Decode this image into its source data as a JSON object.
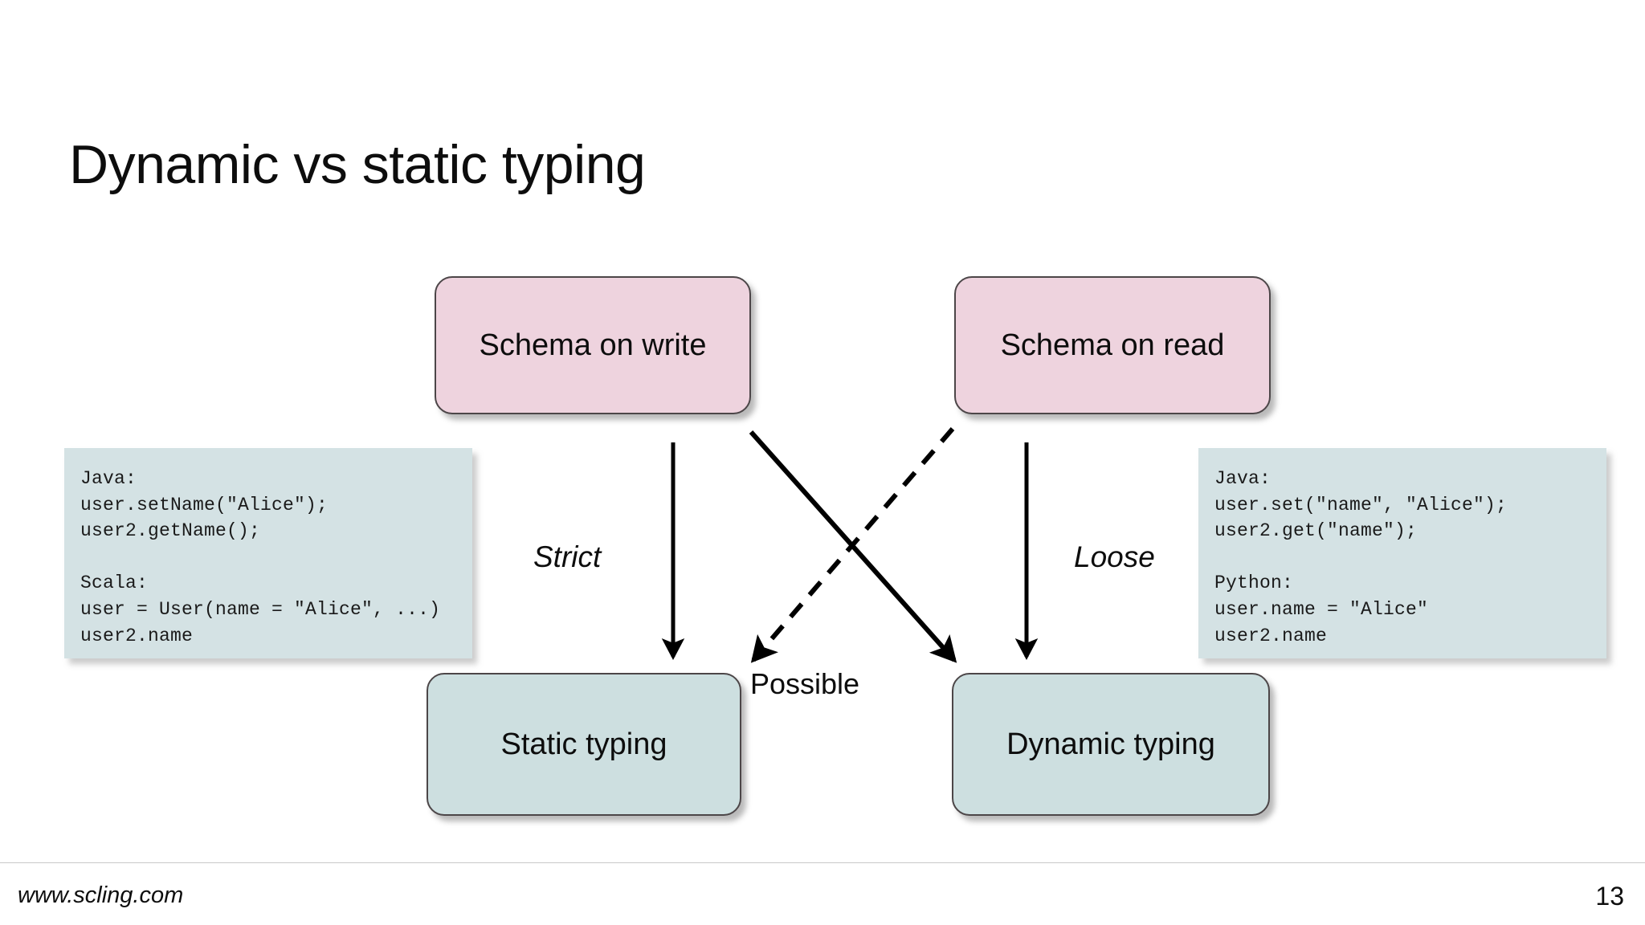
{
  "slide": {
    "title": "Dynamic vs static typing",
    "page_number": "13",
    "footer_url": "www.scling.com",
    "background_color": "#ffffff"
  },
  "colors": {
    "pink_box_fill": "#eed3de",
    "blue_box_fill": "#cddfe0",
    "code_box_fill": "#d4e2e4",
    "box_border": "#4c4648",
    "text": "#0d0d0d"
  },
  "diagram": {
    "type": "flowchart",
    "boxes": [
      {
        "id": "schema-on-write",
        "label": "Schema on write",
        "style": "pink",
        "column": "left",
        "row": "top"
      },
      {
        "id": "schema-on-read",
        "label": "Schema on read",
        "style": "pink",
        "column": "right",
        "row": "top"
      },
      {
        "id": "static-typing",
        "label": "Static typing",
        "style": "blue",
        "column": "left",
        "row": "bottom"
      },
      {
        "id": "dynamic-typing",
        "label": "Dynamic typing",
        "style": "blue",
        "column": "right",
        "row": "bottom"
      }
    ],
    "edges": [
      {
        "id": "write-to-static",
        "from": "schema-on-write",
        "to": "static-typing",
        "label": "Strict",
        "line": "solid"
      },
      {
        "id": "read-to-dynamic",
        "from": "schema-on-read",
        "to": "dynamic-typing",
        "label": "Loose",
        "line": "solid"
      },
      {
        "id": "write-to-dynamic",
        "from": "schema-on-write",
        "to": "dynamic-typing",
        "label": "",
        "line": "solid"
      },
      {
        "id": "read-to-static",
        "from": "schema-on-read",
        "to": "static-typing",
        "label": "Possible",
        "line": "dashed"
      }
    ],
    "edge_labels": {
      "strict": "Strict",
      "loose": "Loose",
      "possible": "Possible"
    }
  },
  "code_left": {
    "title": "static-typing-examples",
    "text": "Java:\nuser.setName(\"Alice\");\nuser2.getName();\n\nScala:\nuser = User(name = \"Alice\", ...)\nuser2.name"
  },
  "code_right": {
    "title": "dynamic-typing-examples",
    "text": "Java:\nuser.set(\"name\", \"Alice\");\nuser2.get(\"name\");\n\nPython:\nuser.name = \"Alice\"\nuser2.name"
  }
}
